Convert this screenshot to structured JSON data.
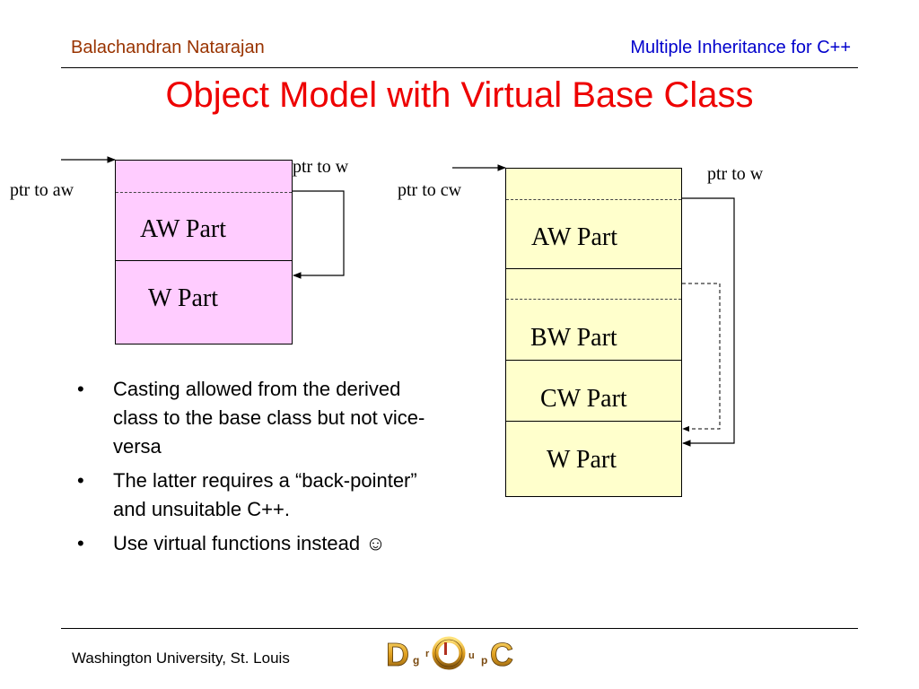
{
  "header": {
    "author": "Balachandran Natarajan",
    "topic": "Multiple Inheritance for C++"
  },
  "title": "Object Model with Virtual Base Class",
  "left_diagram": {
    "pointer_label_aw": "ptr to aw",
    "pointer_label_w": "ptr to w",
    "parts": [
      "AW Part",
      "W Part"
    ],
    "fill": "#ffccff"
  },
  "right_diagram": {
    "pointer_label_cw": "ptr to cw",
    "pointer_label_w": "ptr to w",
    "parts": [
      "AW Part",
      "BW Part",
      "CW Part",
      "W Part"
    ],
    "fill": "#ffffcc"
  },
  "bullets": [
    "Casting allowed from the derived class to the base class but not vice-versa",
    "The latter requires a “back-pointer” and unsuitable C++.",
    "Use virtual functions instead ☺"
  ],
  "bullet_glyph": "•",
  "footer": {
    "institution": "Washington University, St. Louis",
    "logo_letters": [
      "D",
      "g",
      "r",
      "O",
      "u",
      "p",
      "C"
    ]
  },
  "colors": {
    "title": "#ee0000",
    "author": "#993300",
    "topic": "#0000cc"
  }
}
